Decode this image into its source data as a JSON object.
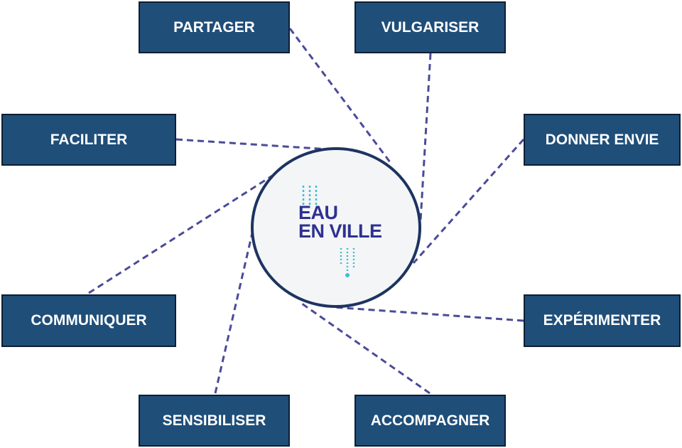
{
  "center": {
    "line1": "EAU",
    "line2": "EN VILLE"
  },
  "nodes": [
    {
      "id": "partager",
      "label": "PARTAGER"
    },
    {
      "id": "vulgariser",
      "label": "VULGARISER"
    },
    {
      "id": "faciliter",
      "label": "FACILITER"
    },
    {
      "id": "donner-envie",
      "label": "DONNER ENVIE"
    },
    {
      "id": "communiquer",
      "label": "COMMUNIQUER"
    },
    {
      "id": "experimenter",
      "label": "EXPÉRIMENTER"
    },
    {
      "id": "sensibiliser",
      "label": "SENSIBILISER"
    },
    {
      "id": "accompagner",
      "label": "ACCOMPAGNER"
    }
  ],
  "colors": {
    "box": "#1f4e79",
    "link": "#4a4a9a",
    "logo_text": "#2e3192",
    "logo_drops": "#3cc0d0"
  }
}
